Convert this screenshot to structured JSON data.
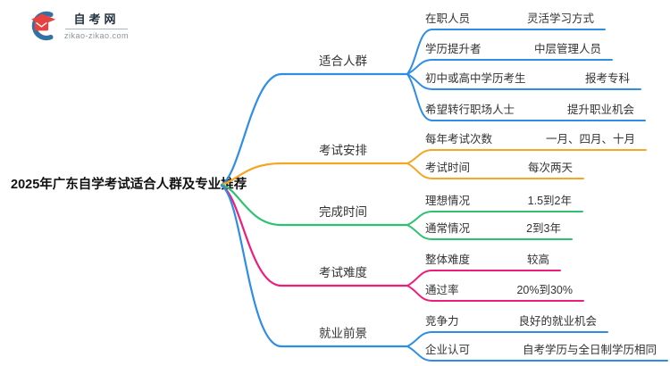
{
  "logo": {
    "title": "自考网",
    "url": "zikao-zikao.com"
  },
  "root": {
    "title": "2025年广东自学考试适合人群及专业推荐"
  },
  "colors": {
    "blue": "#2F8DE4",
    "orange": "#F5A623",
    "green": "#2DC26F",
    "pink": "#ED1E79",
    "logo_red": "#E64340",
    "logo_blue": "#1C6399",
    "text_dark": "#333333"
  },
  "branches": [
    {
      "label": "适合人群",
      "color": "blue",
      "leaves": [
        {
          "key": "在职人员",
          "value": "灵活学习方式"
        },
        {
          "key": "学历提升者",
          "value": "中层管理人员"
        },
        {
          "key": "初中或高中学历考生",
          "value": "报考专科"
        },
        {
          "key": "希望转行职场人士",
          "value": "提升职业机会"
        }
      ]
    },
    {
      "label": "考试安排",
      "color": "orange",
      "leaves": [
        {
          "key": "每年考试次数",
          "value": "一月、四月、十月"
        },
        {
          "key": "考试时间",
          "value": "每次两天"
        }
      ]
    },
    {
      "label": "完成时间",
      "color": "green",
      "leaves": [
        {
          "key": "理想情况",
          "value": "1.5到2年"
        },
        {
          "key": "通常情况",
          "value": "2到3年"
        }
      ]
    },
    {
      "label": "考试难度",
      "color": "pink",
      "leaves": [
        {
          "key": "整体难度",
          "value": "较高"
        },
        {
          "key": "通过率",
          "value": "20%到30%"
        }
      ]
    },
    {
      "label": "就业前景",
      "color": "blue",
      "leaves": [
        {
          "key": "竞争力",
          "value": "良好的就业机会"
        },
        {
          "key": "企业认可",
          "value": "自考学历与全日制学历相同"
        }
      ]
    }
  ]
}
